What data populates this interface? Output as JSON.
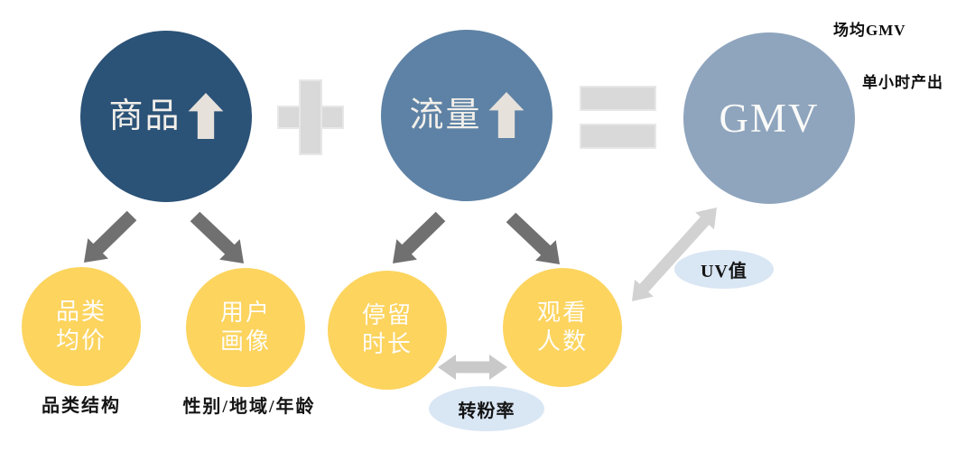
{
  "main": {
    "product_label": "商品",
    "traffic_label": "流量",
    "gmv_label": "GMV",
    "plus_symbol": "+",
    "equals_symbol": "="
  },
  "metrics": {
    "category_price": {
      "line1": "品类",
      "line2": "均价"
    },
    "user_profile": {
      "line1": "用户",
      "line2": "画像"
    },
    "stay_duration": {
      "line1": "停留",
      "line2": "时长"
    },
    "viewer_count": {
      "line1": "观看",
      "line2": "人数"
    }
  },
  "captions": {
    "category_structure": "品类结构",
    "demographics": "性别/地域/年龄"
  },
  "badges": {
    "fan_conversion": "转粉率",
    "uv_value": "UV值"
  },
  "notes": {
    "per_session_gmv": "场均GMV",
    "hourly_output": "单小时产出"
  },
  "icons": {
    "up_arrow": "up-arrow-icon",
    "dark_connector": "diagonal-arrow-icon",
    "double_connector": "double-arrow-icon"
  },
  "colors": {
    "product_circle": "#2B5277",
    "traffic_circle": "#5E82A5",
    "gmv_circle": "#8FA5BE",
    "metric_circle": "#FCD45E",
    "operator_gray": "#D9D9D9",
    "dark_arrow": "#707070",
    "light_arrow": "#C9C9C9",
    "diagonal_light_arrow": "#D2D2D2",
    "up_arrow_cream": "#E6E1DB",
    "badge_background": "#D9E6F4",
    "circle_text": "#F2EFEA",
    "label_text": "#151515",
    "background": "#FFFFFF"
  }
}
